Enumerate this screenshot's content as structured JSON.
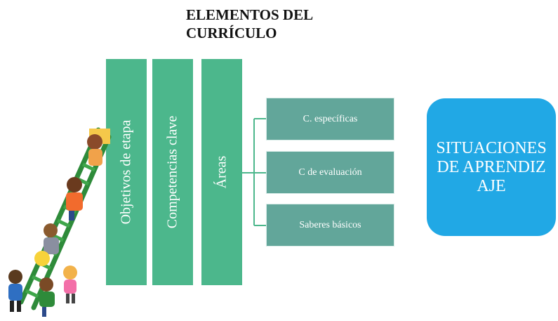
{
  "title": "ELEMENTOS DEL CURRÍCULO",
  "columns": [
    "Objetivos de etapa",
    "Competencias clave",
    "Áreas"
  ],
  "sub_items": [
    "C. específicas",
    "C de evaluación",
    "Saberes básicos"
  ],
  "situaciones": "SITUACIONES DE APRENDIZAJE",
  "colors": {
    "column": "#4cb78c",
    "sub_item": "#62a69a",
    "situaciones": "#21a8e5",
    "ladder": "#2e8b3a"
  },
  "illustration": "children-climbing-ladder"
}
